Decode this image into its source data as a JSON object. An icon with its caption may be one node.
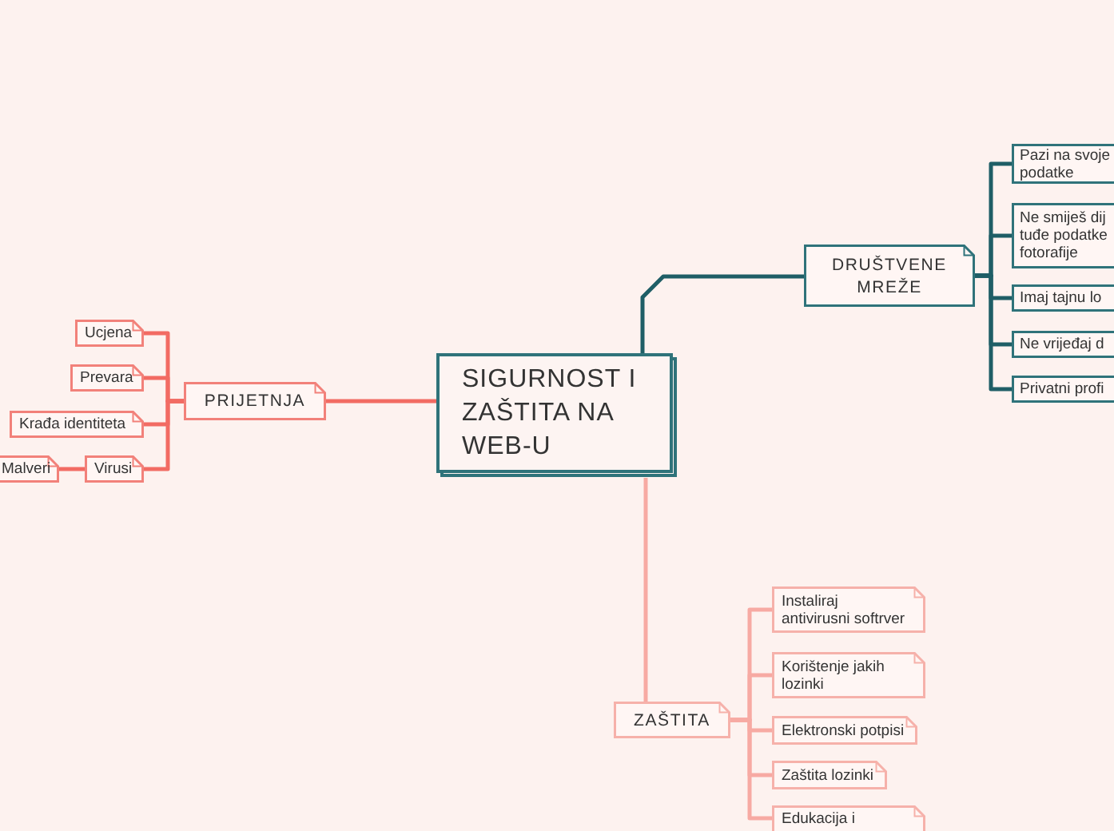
{
  "diagram": {
    "nodes": [
      {
        "text": [
          "SIGURNOST I ZAŠTITA NA WEB-U"
        ]
      },
      {
        "text": [
          "DRUŠTVENE MREŽE"
        ]
      },
      {
        "text": [
          "Pazi na svoje podatke"
        ]
      },
      {
        "text": [
          "Ne smiješ dij tuđe podatke fotorafije"
        ]
      },
      {
        "text": [
          "Imaj tajnu lo"
        ]
      },
      {
        "text": [
          "Ne vrijeđaj d"
        ]
      },
      {
        "text": [
          "Privatni profi"
        ]
      },
      {
        "text": [
          "PRIJETNJA"
        ]
      },
      {
        "text": [
          "Ucjena"
        ]
      },
      {
        "text": [
          "Prevara"
        ]
      },
      {
        "text": [
          "Krađa identiteta"
        ]
      },
      {
        "text": [
          "Virusi"
        ]
      },
      {
        "text": [
          "Malveri"
        ]
      },
      {
        "text": [
          "ZAŠTITA"
        ]
      },
      {
        "text": [
          "Instaliraj antivirusni softrver"
        ]
      },
      {
        "text": [
          "Korištenje jakih lozinki"
        ]
      },
      {
        "text": [
          "Elektronski potpisi"
        ]
      },
      {
        "text": [
          "Zaštita lozinki"
        ]
      },
      {
        "text": [
          "Edukacija i"
        ]
      }
    ],
    "edges": [
      {
        "from": 0,
        "to": 1,
        "arrow": "none",
        "color": "#1f5e66"
      },
      {
        "from": 1,
        "to": 2,
        "arrow": "none",
        "color": "#1f5e66"
      },
      {
        "from": 1,
        "to": 3,
        "arrow": "none",
        "color": "#1f5e66"
      },
      {
        "from": 1,
        "to": 4,
        "arrow": "none",
        "color": "#1f5e66"
      },
      {
        "from": 1,
        "to": 5,
        "arrow": "none",
        "color": "#1f5e66"
      },
      {
        "from": 1,
        "to": 6,
        "arrow": "none",
        "color": "#1f5e66"
      },
      {
        "from": 0,
        "to": 7,
        "arrow": "none",
        "color": "#f26b63"
      },
      {
        "from": 7,
        "to": 8,
        "arrow": "none",
        "color": "#f26b63"
      },
      {
        "from": 7,
        "to": 9,
        "arrow": "none",
        "color": "#f26b63"
      },
      {
        "from": 7,
        "to": 10,
        "arrow": "none",
        "color": "#f26b63"
      },
      {
        "from": 7,
        "to": 11,
        "arrow": "none",
        "color": "#f26b63"
      },
      {
        "from": 11,
        "to": 12,
        "arrow": "none",
        "color": "#f26b63"
      },
      {
        "from": 0,
        "to": 13,
        "arrow": "none",
        "color": "#f7aaa3"
      },
      {
        "from": 13,
        "to": 14,
        "arrow": "none",
        "color": "#f7aaa3"
      },
      {
        "from": 13,
        "to": 15,
        "arrow": "none",
        "color": "#f7aaa3"
      },
      {
        "from": 13,
        "to": 16,
        "arrow": "none",
        "color": "#f7aaa3"
      },
      {
        "from": 13,
        "to": 17,
        "arrow": "none",
        "color": "#f7aaa3"
      },
      {
        "from": 13,
        "to": 18,
        "arrow": "none",
        "color": "#f7aaa3"
      }
    ]
  }
}
